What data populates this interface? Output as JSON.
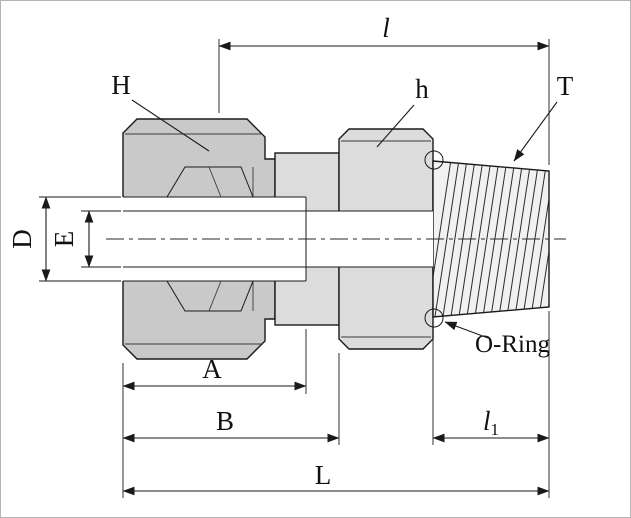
{
  "diagram_type": "tube-fitting-cross-section-drawing",
  "labels": {
    "H": "H",
    "h": "h",
    "T": "T",
    "D": "D",
    "E": "E",
    "A": "A",
    "B": "B",
    "L": "L",
    "l": "l",
    "l1_base": "l",
    "l1_sub": "1",
    "o_ring": "O-Ring"
  },
  "colors": {
    "line": "#1a1a1a",
    "nut_fill": "#c9c9c9",
    "body_fill": "#dcdcdc",
    "thread_fill": "#f1f1f1",
    "background": "#ffffff"
  }
}
